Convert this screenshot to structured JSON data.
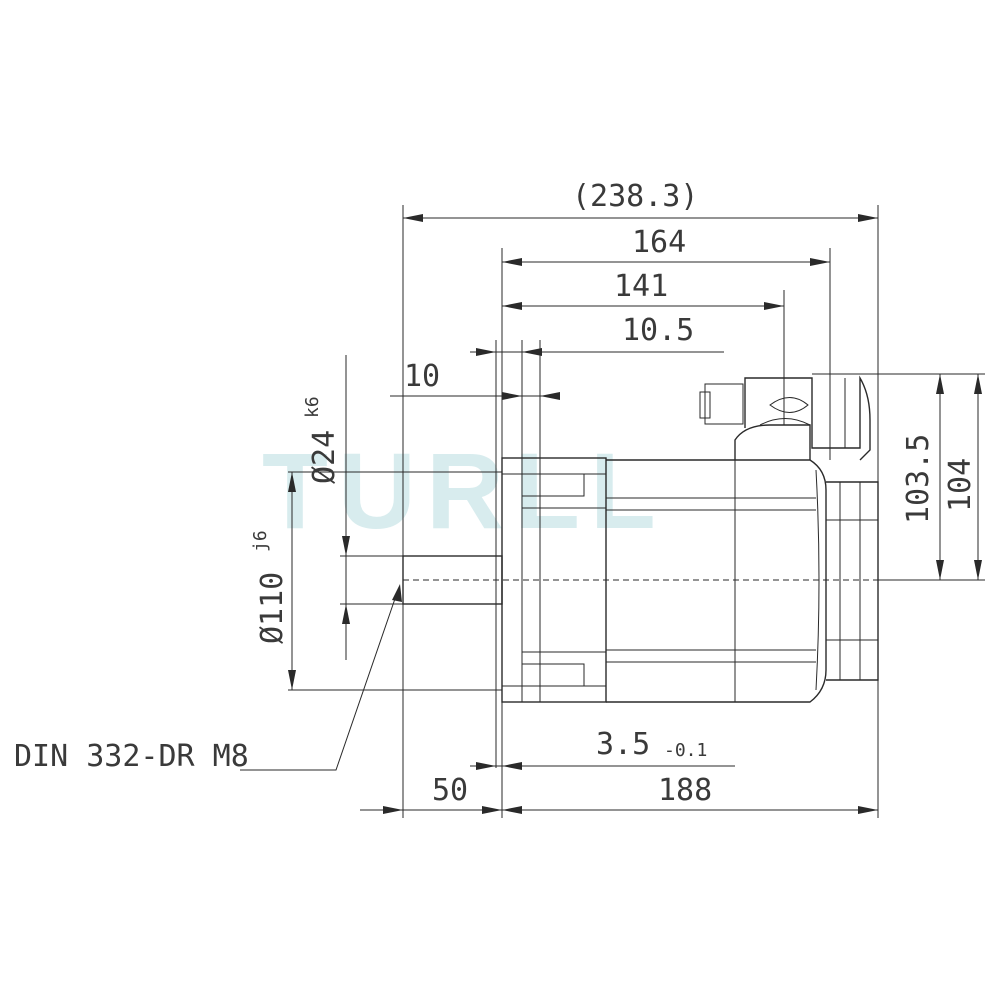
{
  "watermark": "TURLL",
  "dimensions": {
    "overall_length": "(238.3)",
    "d164": "164",
    "d141": "141",
    "d10_5": "10.5",
    "d10": "10",
    "shaft_diameter": "Ø24",
    "shaft_tolerance": "k6",
    "pilot_diameter": "Ø110",
    "pilot_tolerance": "j6",
    "height_103_5": "103.5",
    "height_104": "104",
    "d3_5": "3.5",
    "d3_5_tolerance": "-0.1",
    "shaft_length": "50",
    "body_length": "188",
    "thread_note": "DIN 332-DR M8"
  }
}
